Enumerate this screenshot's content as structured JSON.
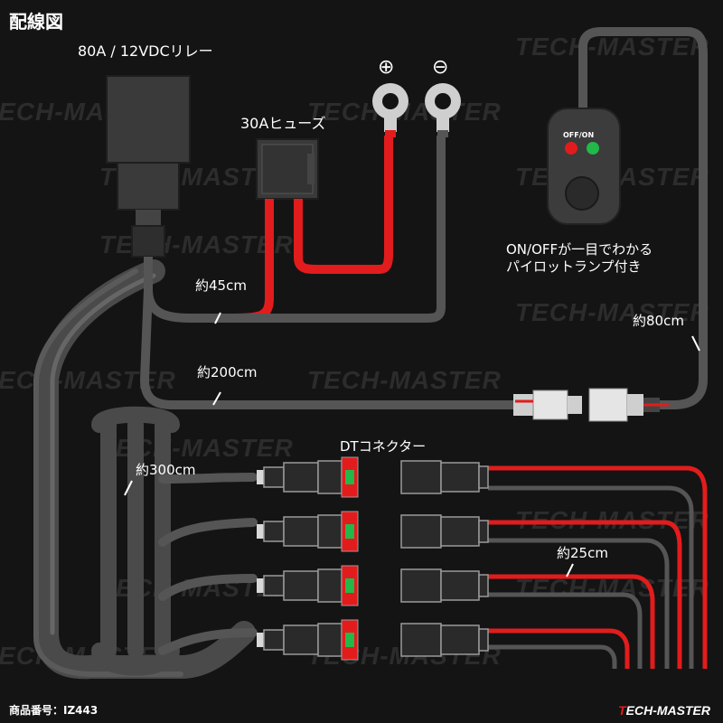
{
  "title": "配線図",
  "labels": {
    "relay": "80A / 12VDCリレー",
    "fuse": "30Aヒューズ",
    "plus": "⊕",
    "minus": "⊖",
    "switch_text": "OFF/ON",
    "switch_desc_1": "ON/OFFが一目でわかる",
    "switch_desc_2": "パイロットランプ付き",
    "len_45": "約45cm",
    "len_80": "約80cm",
    "len_200": "約200cm",
    "len_300": "約300cm",
    "len_25": "約25cm",
    "dt_connector": "DTコネクター"
  },
  "watermark": "TECH-MASTER",
  "brand": {
    "prefix": "T",
    "suffix": "ECH-MASTER"
  },
  "footer": "商品番号：IZ443",
  "colors": {
    "background": "#141414",
    "red_wire": "#e21c1c",
    "black_wire": "#555555",
    "led_red": "#e21c1c",
    "led_green": "#22b84a"
  }
}
